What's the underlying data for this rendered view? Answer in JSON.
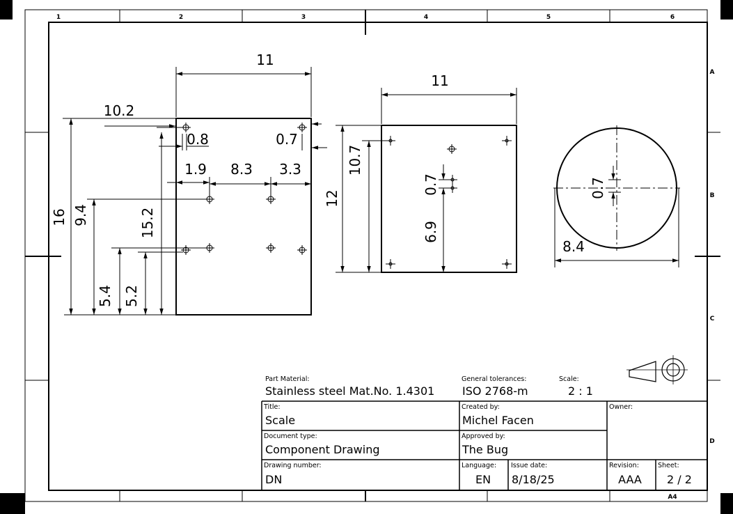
{
  "border": {
    "columns": [
      "1",
      "2",
      "3",
      "4",
      "5",
      "6"
    ],
    "rows": [
      "A",
      "B",
      "C",
      "D"
    ],
    "sheet_format": "A4"
  },
  "dimensions": {
    "front_width": "11",
    "front_left_top": "10.2",
    "front_left_hole": "0.8",
    "front_right_hole": "0.7",
    "front_left_offset": "1.9",
    "front_middle": "8.3",
    "front_right": "3.3",
    "front_height": "16",
    "front_h1": "9.4",
    "front_h2": "15.2",
    "front_h3": "5.4",
    "front_h4": "5.2",
    "side_width": "11",
    "side_height": "12",
    "side_h1": "10.7",
    "side_small": "0.7",
    "side_h2": "6.9",
    "circle_small": "0.7",
    "circle_diameter": "8.4"
  },
  "title_block": {
    "material_label": "Part Material:",
    "material_value": "Stainless steel Mat.No. 1.4301",
    "tolerances_label": "General tolerances:",
    "tolerances_value": "ISO 2768-m",
    "scale_label": "Scale:",
    "scale_value": "2 : 1",
    "title_label": "Title:",
    "title_value": "Scale",
    "created_label": "Created by:",
    "created_value": "Michel Facen",
    "owner_label": "Owner:",
    "doctype_label": "Document type:",
    "doctype_value": "Component Drawing",
    "approved_label": "Approved by:",
    "approved_value": "The Bug",
    "drawing_number_label": "Drawing number:",
    "drawing_number_value": "DN",
    "language_label": "Language:",
    "language_value": "EN",
    "issue_label": "Issue date:",
    "issue_value": "8/18/25",
    "revision_label": "Revision:",
    "revision_value": "AAA",
    "sheet_label": "Sheet:",
    "sheet_value": "2 / 2"
  }
}
